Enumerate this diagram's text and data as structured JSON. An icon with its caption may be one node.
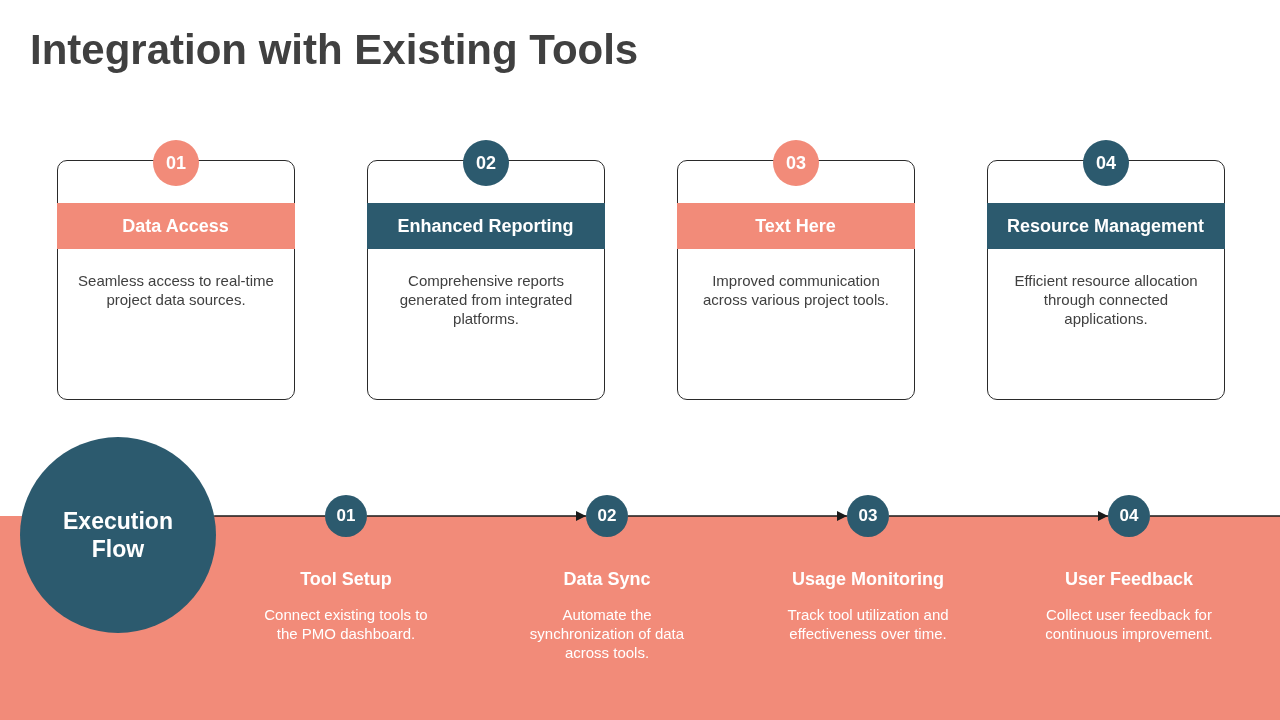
{
  "diagram": {
    "title": "Integration with Existing Tools",
    "nodes": [
      {
        "text": [
          "01"
        ]
      },
      {
        "text": [
          "Seamless access to real-time project data sources."
        ]
      },
      {
        "text": [
          "Data Access"
        ],
        "in": 1
      },
      {
        "text": [
          "02"
        ]
      },
      {
        "text": [
          "Comprehensive reports generated from integrated platforms."
        ]
      },
      {
        "text": [
          "Enhanced Reporting"
        ],
        "in": 4
      },
      {
        "text": [
          "03"
        ]
      },
      {
        "text": [
          "Improved communication across various project tools."
        ]
      },
      {
        "text": [
          "Text Here"
        ],
        "in": 7
      },
      {
        "text": [
          "04"
        ]
      },
      {
        "text": [
          "Efficient resource allocation through connected applications."
        ]
      },
      {
        "text": [
          "Resource Management"
        ],
        "in": 10
      },
      {
        "text": [
          "Execution Flow"
        ]
      },
      {
        "text": [
          "01"
        ],
        "beside": [
          "Tool Setup",
          "Connect existing tools to the PMO dashboard."
        ]
      },
      {
        "text": [
          "02"
        ],
        "beside": [
          "Data Sync",
          "Automate the synchronization of data across tools."
        ]
      },
      {
        "text": [
          "03"
        ],
        "beside": [
          "Usage Monitoring",
          "Track tool utilization and effectiveness over time."
        ]
      },
      {
        "text": [
          "04"
        ],
        "beside": [
          "User Feedback",
          "Collect user feedback for continuous improvement."
        ]
      }
    ],
    "edges": [
      {
        "from": 12,
        "to": 13,
        "arrow": "none"
      },
      {
        "from": 13,
        "to": 14,
        "arrow": "to"
      },
      {
        "from": 14,
        "to": 15,
        "arrow": "to"
      },
      {
        "from": 15,
        "to": 16,
        "arrow": "to"
      },
      {
        "from": 16,
        "to": null,
        "arrow": "none"
      }
    ]
  }
}
